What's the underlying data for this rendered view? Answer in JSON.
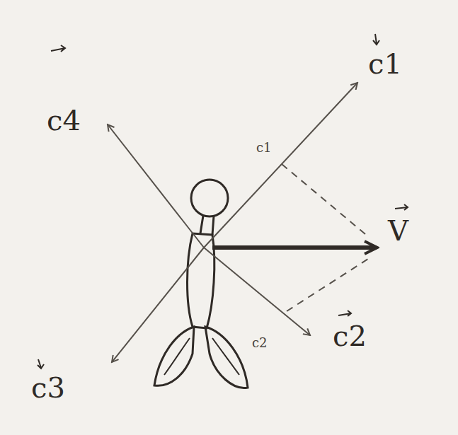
{
  "diagram": {
    "labels": [
      "c4",
      "c1",
      "V",
      "c2",
      "c3",
      "c1",
      "c2"
    ]
  }
}
